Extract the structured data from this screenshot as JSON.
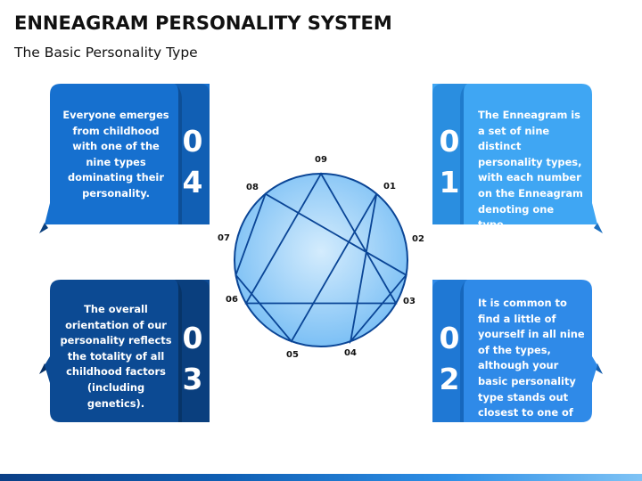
{
  "header": {
    "title": "ENNEAGRAM PERSONALITY SYSTEM",
    "subtitle": "The Basic Personality Type"
  },
  "colors": {
    "card_04": "#1670cf",
    "card_03": "#0c4a93",
    "card_01": "#3fa6f3",
    "card_02": "#2f8ae8",
    "circle_fill_inner": "#cfe9fd",
    "circle_fill_outer": "#79bff5",
    "circle_stroke": "#0a4596"
  },
  "cards": [
    {
      "id": "04",
      "digit_top": "0",
      "digit_bottom": "4",
      "text": "Everyone emerges from childhood with one of the nine types dominating their personality."
    },
    {
      "id": "01",
      "digit_top": "0",
      "digit_bottom": "1",
      "text": "The Enneagram is a set of nine distinct personality types, with each number on the Enneagram denoting one type."
    },
    {
      "id": "03",
      "digit_top": "0",
      "digit_bottom": "3",
      "text": "The overall orientation of our personality reflects the totality of all childhood factors (including genetics)."
    },
    {
      "id": "02",
      "digit_top": "0",
      "digit_bottom": "2",
      "text": "It is common to find a little of yourself in all nine of the types, although your basic personality type stands out closest to one of them."
    }
  ],
  "enneagram": {
    "points": [
      "09",
      "01",
      "02",
      "03",
      "04",
      "05",
      "06",
      "07",
      "08"
    ]
  }
}
